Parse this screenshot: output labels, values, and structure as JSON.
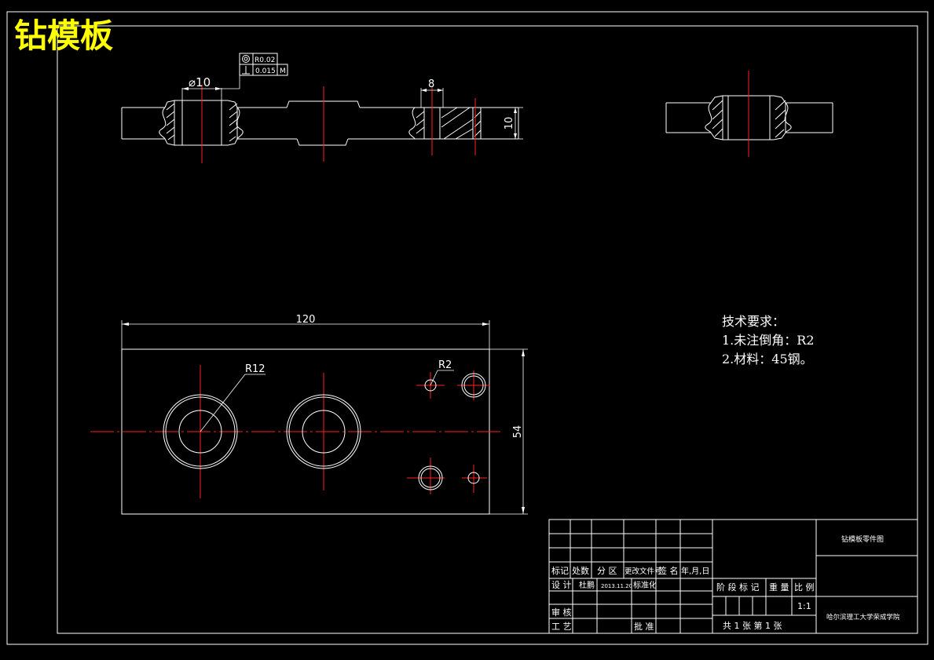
{
  "title": "钻模板",
  "tolerance": {
    "row1": "R0.02",
    "row2": "0.015",
    "modifier": "M"
  },
  "dimensions": {
    "bore_diameter": "⌀10",
    "slot_width": "8",
    "thickness": "10",
    "length": "120",
    "height": "54",
    "radius_large": "R12",
    "radius_small": "R2"
  },
  "requirements": {
    "heading": "技术要求：",
    "item1": "1.未注倒角：R2",
    "item2": "2.材料：45钢。"
  },
  "title_block": {
    "drawing_name": "钻模板零件图",
    "institution": "哈尔滨理工大学荣成学院",
    "h_mark": "标记",
    "h_count": "处数",
    "h_zone": "分 区",
    "h_doc": "更改文件号",
    "h_sign": "签 名",
    "h_date": "年,月,日",
    "design": "设 计",
    "designer": "杜鹏",
    "date": "2013.11.20",
    "standard": "标准化",
    "stage_mark": "阶 段 标 记",
    "weight": "重 量",
    "scale_label": "比 例",
    "scale": "1:1",
    "review": "审 核",
    "process": "工 艺",
    "approve": "批 准",
    "sheets": "共  1  张    第  1  张"
  }
}
